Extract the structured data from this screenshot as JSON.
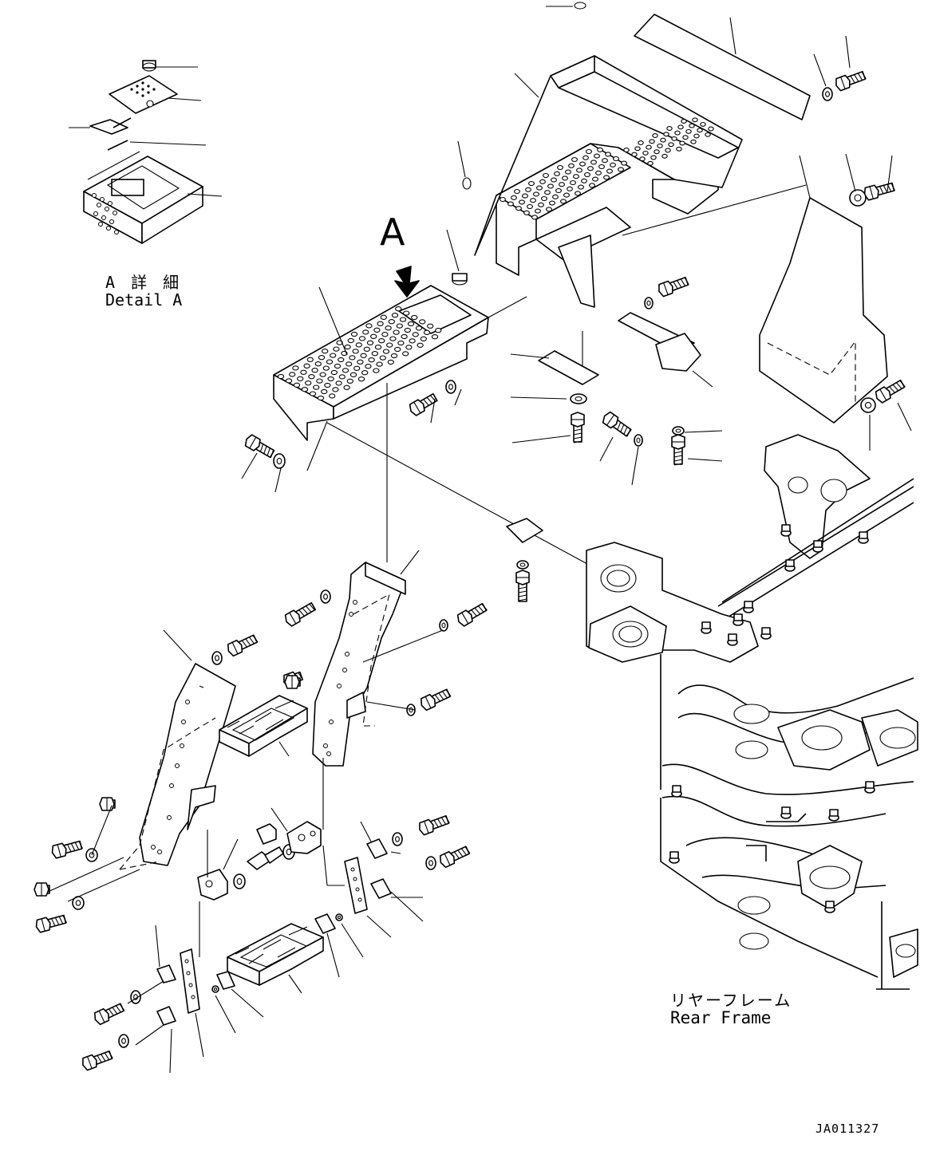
{
  "drawing": {
    "detail_label_ja": "A 詳 細",
    "detail_label_en": "Detail A",
    "view_letter": "A",
    "frame_label_ja": "リヤーフレーム",
    "frame_label_en": "Rear Frame",
    "drawing_code": "JA011327"
  }
}
